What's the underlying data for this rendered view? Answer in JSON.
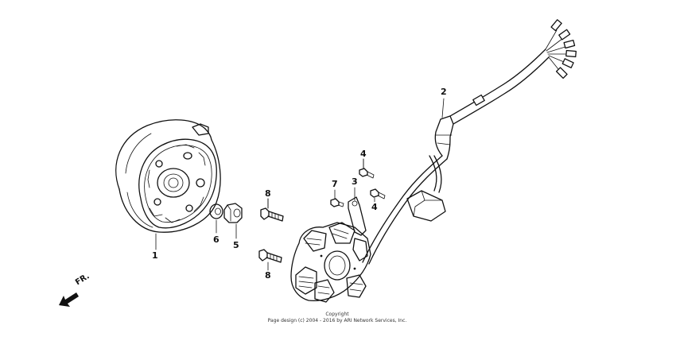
{
  "diagram": {
    "callouts": [
      {
        "id": "flywheel",
        "text": "1"
      },
      {
        "id": "pulse-generator-harness",
        "text": "2"
      },
      {
        "id": "setting-plate",
        "text": "3"
      },
      {
        "id": "screw-top",
        "text": "4"
      },
      {
        "id": "screw-right",
        "text": "4"
      },
      {
        "id": "flange-nut",
        "text": "5"
      },
      {
        "id": "washer",
        "text": "6"
      },
      {
        "id": "screw-small",
        "text": "7"
      },
      {
        "id": "bolt-upper",
        "text": "8"
      },
      {
        "id": "bolt-lower",
        "text": "8"
      }
    ],
    "direction_label": "FR.",
    "copyright_line1": "Copyright",
    "copyright_line2": "Page design (c) 2004 - 2016 by ARI Network Services, Inc."
  }
}
